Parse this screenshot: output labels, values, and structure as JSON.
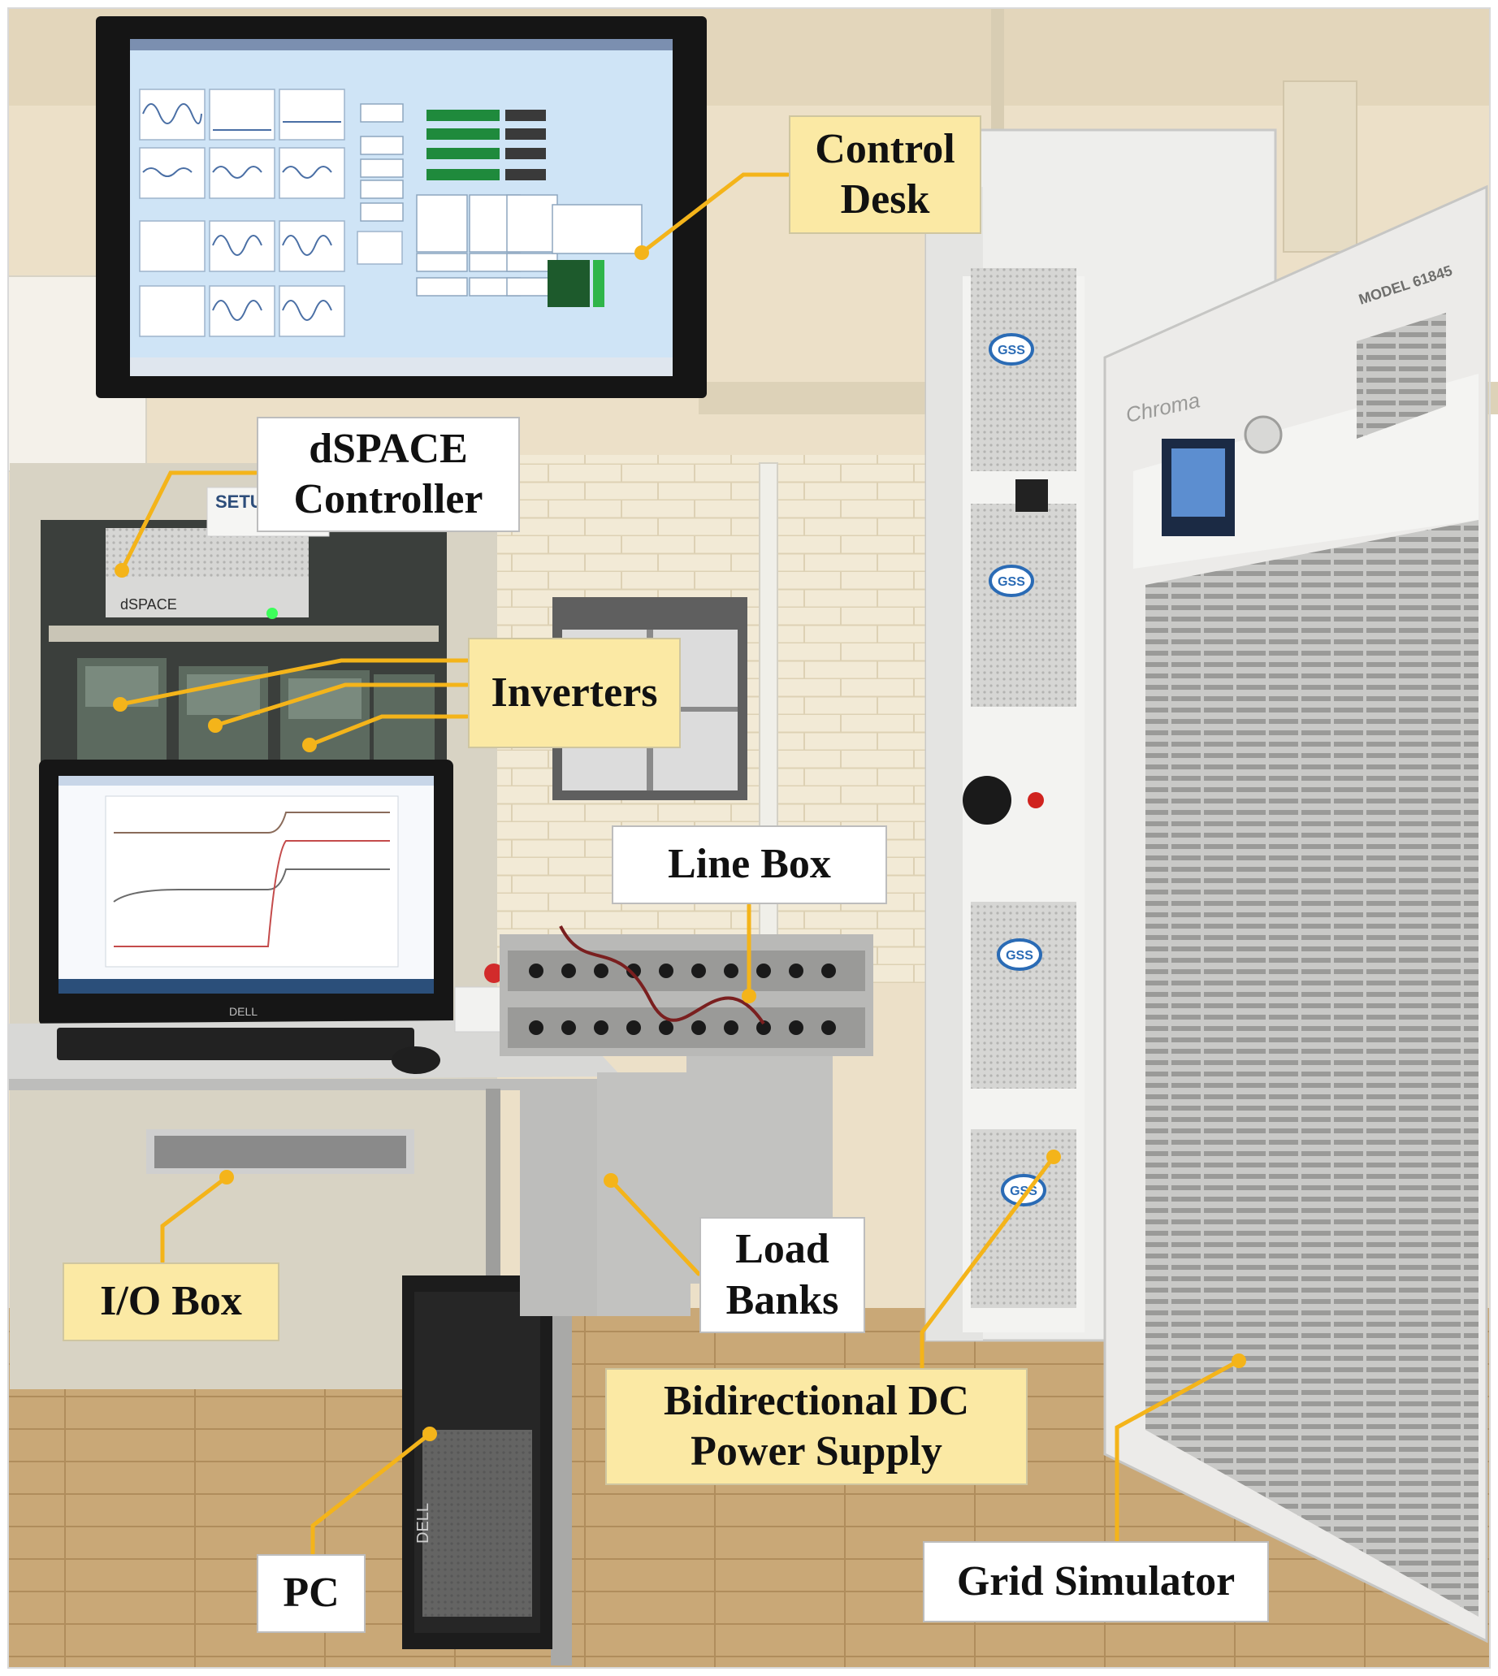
{
  "labels": {
    "control_desk": {
      "line1": "Control",
      "line2": "Desk"
    },
    "dspace_controller": {
      "line1": "dSPACE",
      "line2": "Controller"
    },
    "inverters": {
      "line1": "Inverters"
    },
    "line_box": {
      "line1": "Line Box"
    },
    "load_banks": {
      "line1": "Load",
      "line2": "Banks"
    },
    "io_box": {
      "line1": "I/O Box"
    },
    "bidirectional_dc_power_supply": {
      "line1": "Bidirectional DC",
      "line2": "Power Supply"
    },
    "pc": {
      "line1": "PC"
    },
    "grid_simulator": {
      "line1": "Grid Simulator"
    }
  },
  "device_text": {
    "dspace_brand": "dSPACE",
    "setup_sign": "SETU",
    "gss_badge": "GSS",
    "chroma_brand": "Chroma",
    "model_plate": "MODEL 61845",
    "dell_monitor": "DELL",
    "dell_pc": "DELL"
  },
  "colors": {
    "label_yellow": "#fbe9a4",
    "label_white": "#ffffff",
    "leader_line": "#f4b41a",
    "wall": "#ece0c8",
    "floor": "#c9a877",
    "cabinet": "#eeeeec",
    "screen": "#cfe4f6"
  }
}
